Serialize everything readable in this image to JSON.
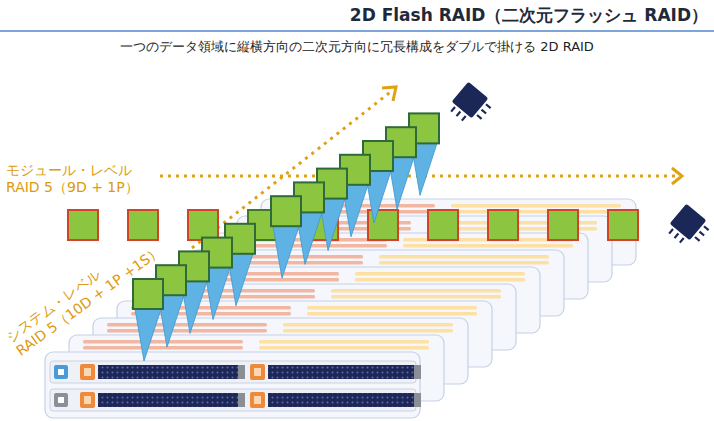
{
  "diagram": {
    "title": "2D Flash RAID（二次元フラッシュ RAID）",
    "labels": [
      "一つのデータ領域に縦横方向の二次元方向に冗長構成をダブルで掛ける 2D RAID",
      "モジュール・レベル RAID 5（9D + 1P）",
      "システム・レベル RAID 5（10D + 1P +1S）"
    ]
  }
}
